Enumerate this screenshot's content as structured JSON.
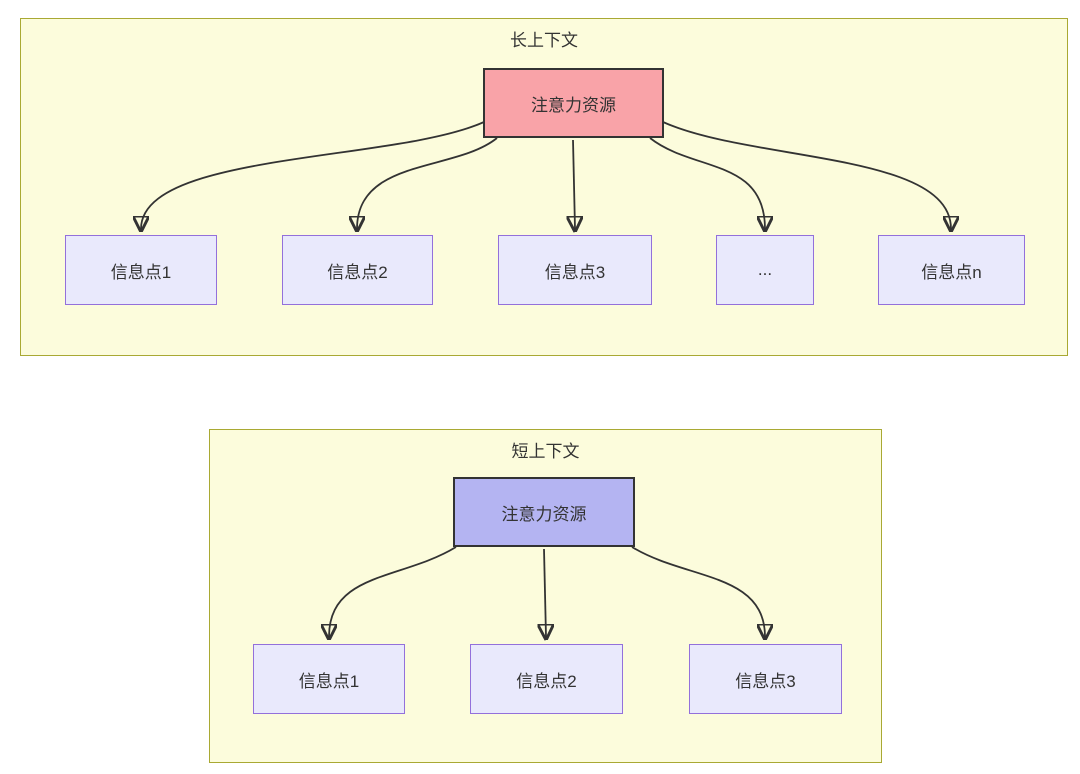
{
  "colors": {
    "cluster_fill": "#fcfcdc",
    "cluster_border": "#a9a933",
    "info_node_fill": "#e9e9fc",
    "info_node_border": "#9370db",
    "attention_long_fill": "#f9a3a8",
    "attention_short_fill": "#b4b4f2",
    "attention_border": "#333333",
    "edge_stroke": "#333333",
    "text": "#333333"
  },
  "long_context": {
    "title": "长上下文",
    "attention_label": "注意力资源",
    "items": [
      "信息点1",
      "信息点2",
      "信息点3",
      "...",
      "信息点n"
    ]
  },
  "short_context": {
    "title": "短上下文",
    "attention_label": "注意力资源",
    "items": [
      "信息点1",
      "信息点2",
      "信息点3"
    ]
  }
}
